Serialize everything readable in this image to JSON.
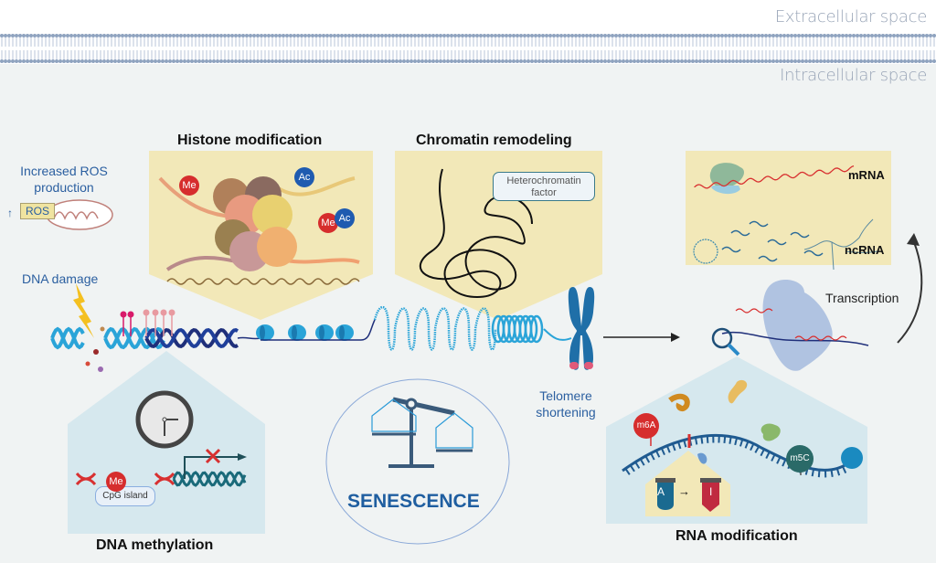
{
  "membrane": {
    "extracellular_label": "Extracellular space",
    "intracellular_label": "Intracellular space"
  },
  "ros": {
    "label_line1": "Increased ROS",
    "label_line2": "production",
    "arrow": "↑",
    "badge": "ROS"
  },
  "dna_damage": {
    "label": "DNA damage"
  },
  "histone": {
    "title": "Histone modification",
    "marks": [
      "Me",
      "Ac",
      "Me",
      "Ac"
    ]
  },
  "chromatin": {
    "title": "Chromatin remodeling",
    "factor_line1": "Heterochromatin",
    "factor_line2": "factor"
  },
  "rna_panel": {
    "mrna_label": "mRNA",
    "ncrna_label": "ncRNA"
  },
  "transcription": {
    "label": "Transcription"
  },
  "telomere": {
    "line1": "Telomere",
    "line2": "shortening"
  },
  "dna_methylation": {
    "title": "DNA methylation",
    "me_mark": "Me",
    "cpg_label": "CpG island"
  },
  "senescence": {
    "label": "SENESCENCE"
  },
  "rna_modification": {
    "title": "RNA modification",
    "m6a": "m6A",
    "m5c": "m5C",
    "base_from": "A",
    "base_to": "I",
    "arrow": "→"
  },
  "colors": {
    "label_blue": "#2b5fa0",
    "panel_yellow": "#f2e8b8",
    "panel_blue": "#d6e8ee",
    "membrane": "#8fa3bf",
    "dna_cyan": "#2aa4d8",
    "dna_navy": "#1f2f7a",
    "me_red": "#d62d2d",
    "ac_blue": "#1f5bb0"
  }
}
